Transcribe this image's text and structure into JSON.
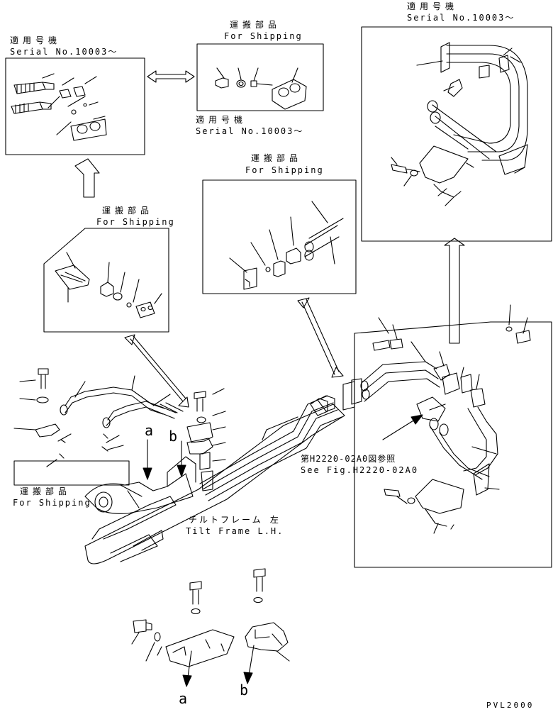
{
  "labels": {
    "serial_jp": "適用号機",
    "serial_en": "Serial No.10003～",
    "shipping_jp": "運搬部品",
    "shipping_en": "For Shipping",
    "see_fig_jp": "第H2220-02A0図参照",
    "see_fig_en": "See Fig.H2220-02A0",
    "tilt_jp": "チルトフレーム 左",
    "tilt_en": "Tilt Frame L.H.",
    "callout_a": "a",
    "callout_b": "b",
    "code": "PVL2000"
  }
}
